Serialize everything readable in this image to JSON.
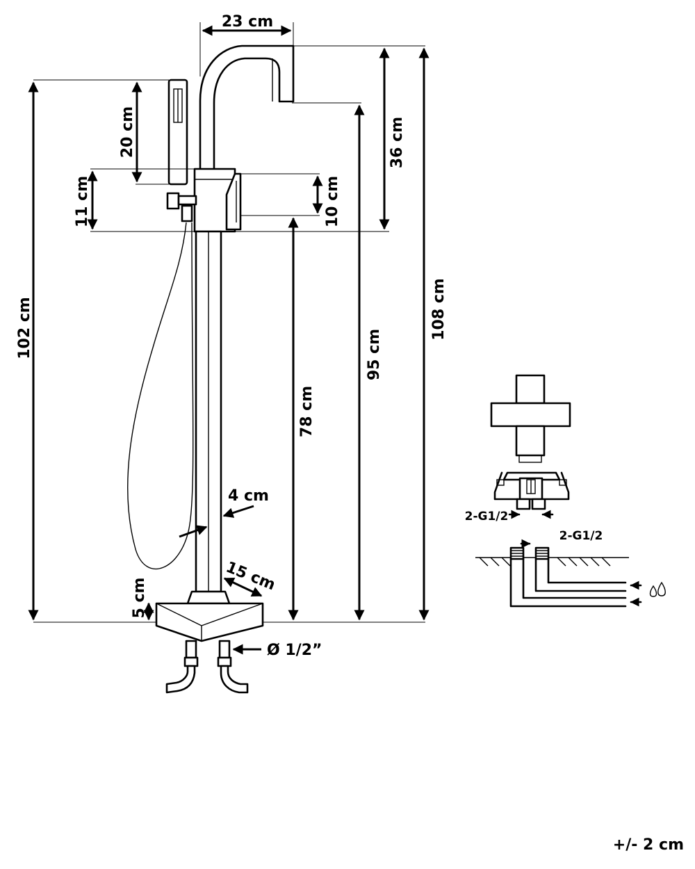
{
  "dimensions": {
    "spout_reach": "23 cm",
    "spout_height": "36 cm",
    "total_height": "108 cm",
    "spout_outlet_height": "95 cm",
    "handle_height": "78 cm",
    "lever_height": "10 cm",
    "shower_holder_height": "102 cm",
    "hand_shower_length": "20 cm",
    "holder_offset": "11 cm",
    "pipe_width": "4 cm",
    "base_width": "15 cm",
    "base_height": "5 cm",
    "inlet_diameter": "Ø 1/2”"
  },
  "connection": {
    "thread_left": "2-G1/2",
    "thread_right": "2-G1/2"
  },
  "tolerance": "+/- 2 cm",
  "icons": {
    "water": "water-drops-icon"
  }
}
